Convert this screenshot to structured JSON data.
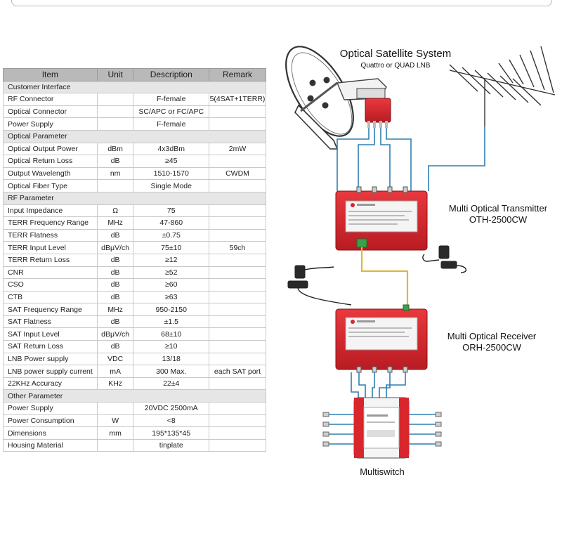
{
  "table": {
    "headers": [
      "Item",
      "Unit",
      "Description",
      "Remark"
    ],
    "rows": [
      {
        "section": "Customer Interface"
      },
      {
        "item": "RF Connector",
        "unit": "",
        "desc": "F-female",
        "remark": "5(4SAT+1TERR)"
      },
      {
        "item": "Optical Connector",
        "unit": "",
        "desc": "SC/APC or FC/APC",
        "remark": ""
      },
      {
        "item": "Power Supply",
        "unit": "",
        "desc": "F-female",
        "remark": ""
      },
      {
        "section": "Optical Parameter"
      },
      {
        "item": "Optical Output Power",
        "unit": "dBm",
        "desc": "4x3dBm",
        "remark": "2mW"
      },
      {
        "item": "Optical Return Loss",
        "unit": "dB",
        "desc": "≥45",
        "remark": ""
      },
      {
        "item": "Output Wavelength",
        "unit": "nm",
        "desc": "1510-1570",
        "remark": "CWDM"
      },
      {
        "item": "Optical Fiber Type",
        "unit": "",
        "desc": "Single Mode",
        "remark": ""
      },
      {
        "section": "RF Parameter"
      },
      {
        "item": "Input Impedance",
        "unit": "Ω",
        "desc": "75",
        "remark": ""
      },
      {
        "item": "TERR Frequency Range",
        "unit": "MHz",
        "desc": "47-860",
        "remark": ""
      },
      {
        "item": "TERR Flatness",
        "unit": "dB",
        "desc": "±0.75",
        "remark": ""
      },
      {
        "item": "TERR Input Level",
        "unit": "dBμV/ch",
        "desc": "75±10",
        "remark": "59ch"
      },
      {
        "item": "TERR Return Loss",
        "unit": "dB",
        "desc": "≥12",
        "remark": ""
      },
      {
        "item": "CNR",
        "unit": "dB",
        "desc": "≥52",
        "remark": ""
      },
      {
        "item": "CSO",
        "unit": "dB",
        "desc": "≥60",
        "remark": ""
      },
      {
        "item": "CTB",
        "unit": "dB",
        "desc": "≥63",
        "remark": ""
      },
      {
        "item": "SAT Frequency Range",
        "unit": "MHz",
        "desc": "950-2150",
        "remark": ""
      },
      {
        "item": "SAT Flatness",
        "unit": "dB",
        "desc": "±1.5",
        "remark": ""
      },
      {
        "item": "SAT Input Level",
        "unit": "dBμV/ch",
        "desc": "68±10",
        "remark": ""
      },
      {
        "item": "SAT Return Loss",
        "unit": "dB",
        "desc": "≥10",
        "remark": ""
      },
      {
        "item": "LNB Power supply",
        "unit": "VDC",
        "desc": "13/18",
        "remark": ""
      },
      {
        "item": "LNB power supply current",
        "unit": "mA",
        "desc": "300 Max.",
        "remark": "each SAT port"
      },
      {
        "item": "22KHz Accuracy",
        "unit": "KHz",
        "desc": "22±4",
        "remark": ""
      },
      {
        "section": "Other Parameter"
      },
      {
        "item": "Power Supply",
        "unit": "",
        "desc": "20VDC 2500mA",
        "remark": ""
      },
      {
        "item": "Power Consumption",
        "unit": "W",
        "desc": "<8",
        "remark": ""
      },
      {
        "item": "Dimensions",
        "unit": "mm",
        "desc": "195*135*45",
        "remark": ""
      },
      {
        "item": "Housing Material",
        "unit": "",
        "desc": "tinplate",
        "remark": ""
      }
    ]
  },
  "diagram": {
    "system_title": "Optical Satellite System",
    "system_subtitle": "Quattro or QUAD LNB",
    "transmitter_label": "Multi Optical Transmitter",
    "transmitter_model": "OTH-2500CW",
    "receiver_label": "Multi Optical Receiver",
    "receiver_model": "ORH-2500CW",
    "multiswitch_label": "Multiswitch"
  },
  "colors": {
    "device_red": "#d8262c",
    "cable_blue": "#2f7fb0",
    "fiber_yellow": "#e4b43a",
    "header_gray": "#b9b9b9",
    "section_gray": "#e6e6e6"
  }
}
